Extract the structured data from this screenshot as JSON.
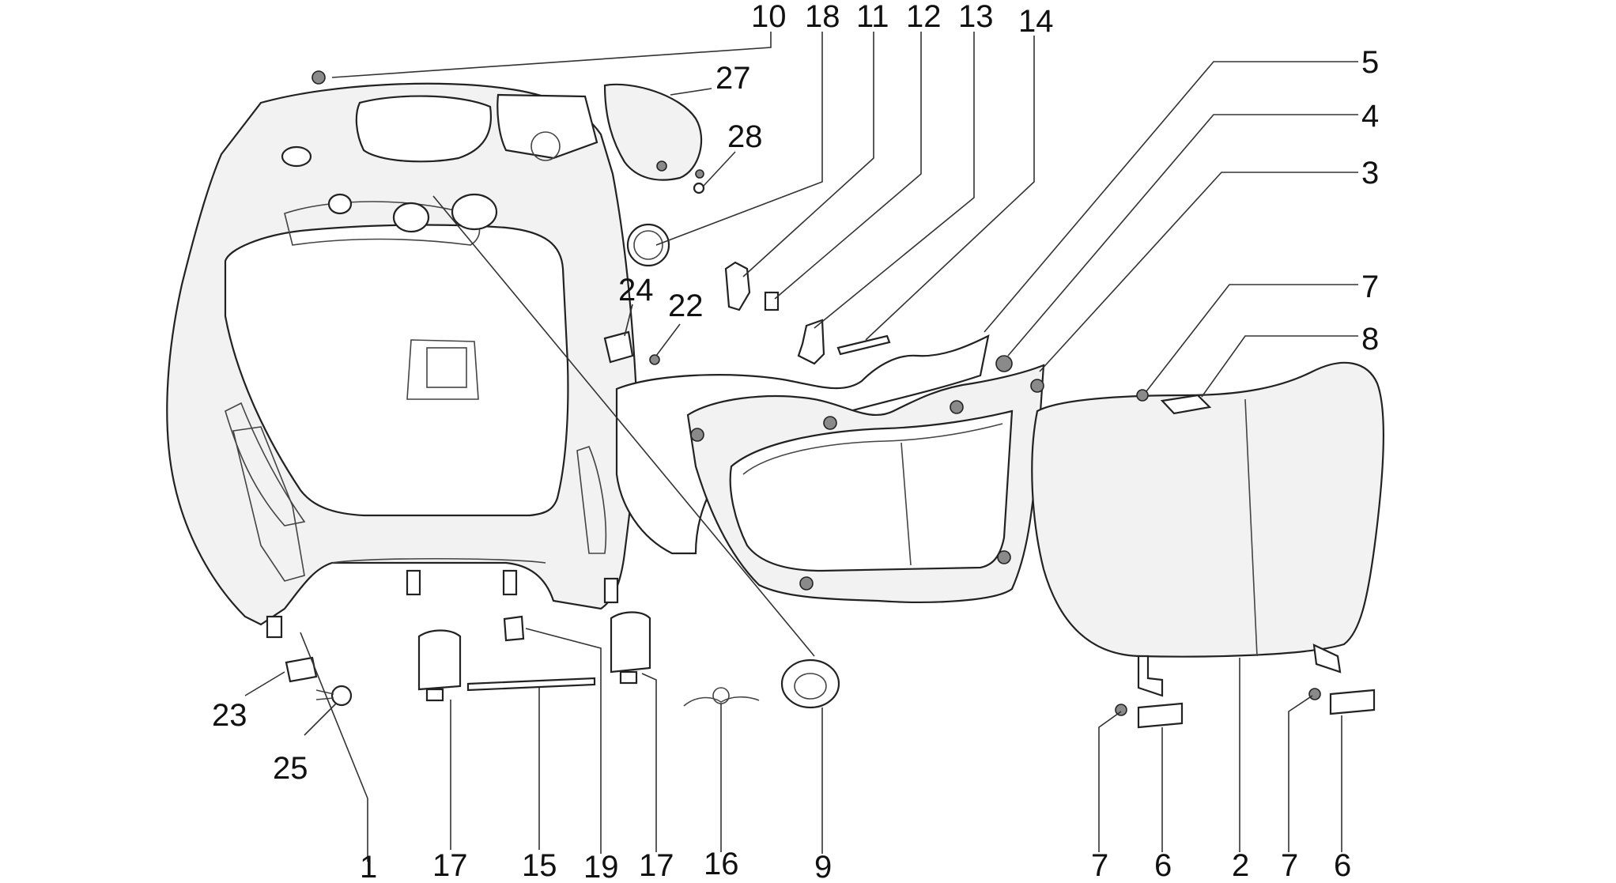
{
  "labels": [
    {
      "id": "10",
      "text": "10"
    },
    {
      "id": "18",
      "text": "18"
    },
    {
      "id": "11",
      "text": "11"
    },
    {
      "id": "12",
      "text": "12"
    },
    {
      "id": "13",
      "text": "13"
    },
    {
      "id": "14",
      "text": "14"
    },
    {
      "id": "27",
      "text": "27"
    },
    {
      "id": "28",
      "text": "28"
    },
    {
      "id": "5",
      "text": "5"
    },
    {
      "id": "4",
      "text": "4"
    },
    {
      "id": "3",
      "text": "3"
    },
    {
      "id": "7a",
      "text": "7"
    },
    {
      "id": "8",
      "text": "8"
    },
    {
      "id": "24",
      "text": "24"
    },
    {
      "id": "22",
      "text": "22"
    },
    {
      "id": "23",
      "text": "23"
    },
    {
      "id": "25",
      "text": "25"
    },
    {
      "id": "1",
      "text": "1"
    },
    {
      "id": "17a",
      "text": "17"
    },
    {
      "id": "15",
      "text": "15"
    },
    {
      "id": "19",
      "text": "19"
    },
    {
      "id": "17b",
      "text": "17"
    },
    {
      "id": "16",
      "text": "16"
    },
    {
      "id": "9",
      "text": "9"
    },
    {
      "id": "7b",
      "text": "7"
    },
    {
      "id": "6a",
      "text": "6"
    },
    {
      "id": "2",
      "text": "2"
    },
    {
      "id": "7c",
      "text": "7"
    },
    {
      "id": "6b",
      "text": "6"
    }
  ]
}
